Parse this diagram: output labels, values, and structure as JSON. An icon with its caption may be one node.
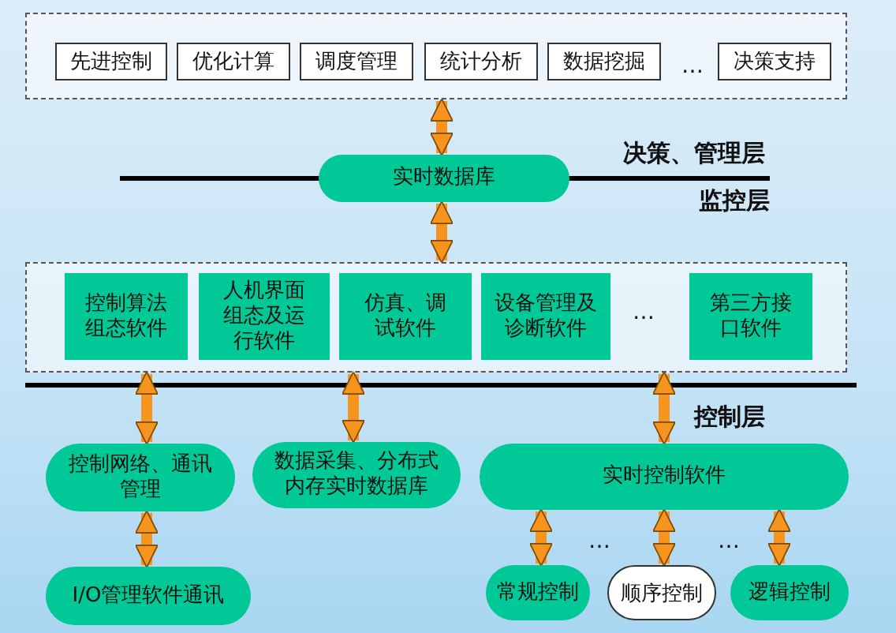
{
  "diagram": {
    "nodes": [
      {
        "text": [],
        "shape": "box"
      },
      {
        "text": [
          "先进控制"
        ],
        "in": 0
      },
      {
        "text": [
          "优化计算"
        ],
        "in": 0
      },
      {
        "text": [
          "调度管理"
        ],
        "in": 0
      },
      {
        "text": [
          "统计分析"
        ],
        "in": 0
      },
      {
        "text": [
          "数据挖掘"
        ],
        "in": 0
      },
      {
        "text": [
          "决策支持"
        ],
        "in": 0
      },
      {
        "text": [
          "实时数据库"
        ]
      },
      {
        "text": [],
        "shape": "box"
      },
      {
        "text": [
          "控制算法组态软件"
        ],
        "in": 8
      },
      {
        "text": [
          "人机界面组态及运行软件"
        ],
        "in": 8
      },
      {
        "text": [
          "仿真、调试软件"
        ],
        "in": 8
      },
      {
        "text": [
          "设备管理及诊断软件"
        ],
        "in": 8
      },
      {
        "text": [
          "第三方接口软件"
        ],
        "in": 8
      },
      {
        "text": [
          "控制网络、通讯管理"
        ]
      },
      {
        "text": [
          "数据采集、分布式内存实时数据库"
        ]
      },
      {
        "text": [
          "实时控制软件"
        ]
      },
      {
        "text": [
          "I/O管理软件通讯"
        ]
      },
      {
        "text": [
          "常规控制"
        ]
      },
      {
        "text": [
          "顺序控制"
        ]
      },
      {
        "text": [
          "逻辑控制"
        ]
      }
    ],
    "edges": [
      {
        "from": 0,
        "to": 7,
        "arrow": "both"
      },
      {
        "from": 7,
        "to": 8,
        "arrow": "both"
      },
      {
        "from": 8,
        "to": 14,
        "arrow": "both"
      },
      {
        "from": 8,
        "to": 15,
        "arrow": "both"
      },
      {
        "from": 8,
        "to": 16,
        "arrow": "both"
      },
      {
        "from": 14,
        "to": 17,
        "arrow": "both"
      },
      {
        "from": 16,
        "to": 18,
        "arrow": "both"
      },
      {
        "from": 16,
        "to": 19,
        "arrow": "both"
      },
      {
        "from": 16,
        "to": 20,
        "arrow": "both"
      }
    ],
    "labels": [
      "…",
      "决策、管理层",
      "监控层",
      "…",
      "控制层",
      "…",
      "…"
    ]
  }
}
